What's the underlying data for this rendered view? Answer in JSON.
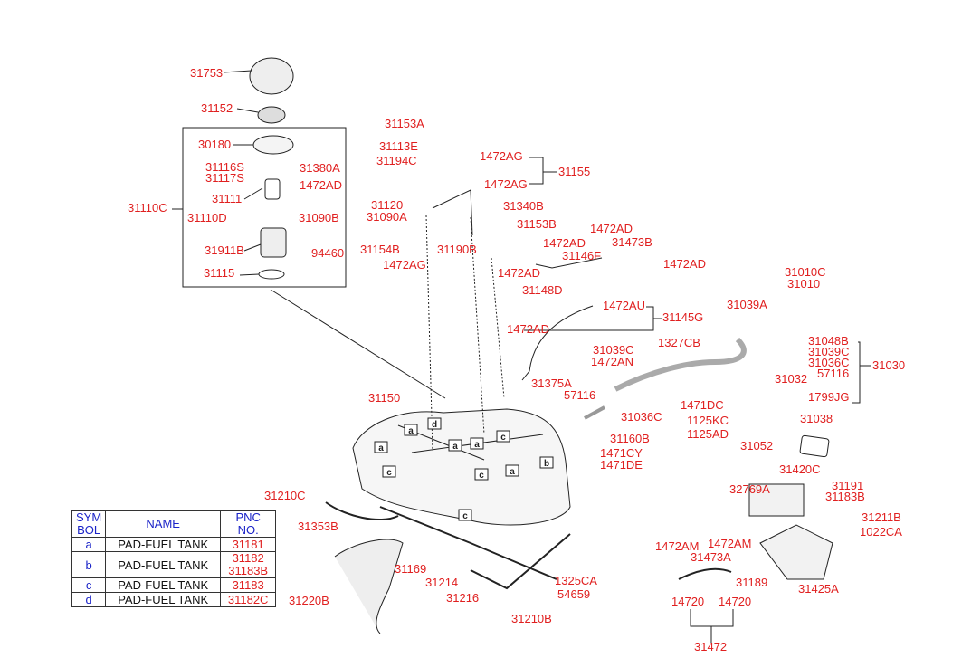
{
  "labels": {
    "31753": "31753",
    "31152": "31152",
    "30180": "30180",
    "31116S": "31116S",
    "31117S": "31117S",
    "31380A": "31380A",
    "1472AD_pump": "1472AD",
    "31111": "31111",
    "31110C": "31110C",
    "31110D": "31110D",
    "31090B": "31090B",
    "31911B": "31911B",
    "94460": "94460",
    "31115": "31115",
    "31153A": "31153A",
    "31113E": "31113E",
    "31194C": "31194C",
    "1472AG_a": "1472AG",
    "1472AG_b": "1472AG",
    "31155": "31155",
    "31120": "31120",
    "31090A": "31090A",
    "31340B": "31340B",
    "31154B": "31154B",
    "1472AG_c": "1472AG",
    "31153B": "31153B",
    "31190B": "31190B",
    "1472AD_a": "1472AD",
    "1472AD_b": "1472AD",
    "31473B": "31473B",
    "31146F": "31146F",
    "1472AD_c": "1472AD",
    "1472AD_d": "1472AD",
    "31148D": "31148D",
    "31010C": "31010C",
    "31010": "31010",
    "31039A": "31039A",
    "1472AU": "1472AU",
    "31145G": "31145G",
    "1472AD_e": "1472AD",
    "1327CB": "1327CB",
    "31048B": "31048B",
    "31039C_a": "31039C",
    "31039C_b": "31039C",
    "1472AN": "1472AN",
    "31036C_a": "31036C",
    "31030": "31030",
    "31032": "31032",
    "57116_a": "57116",
    "31375A": "31375A",
    "57116_b": "57116",
    "1471DC": "1471DC",
    "1799JG": "1799JG",
    "31036C_b": "31036C",
    "1125KC": "1125KC",
    "1125AD": "1125AD",
    "31038": "31038",
    "31150": "31150",
    "31160B": "31160B",
    "1471CY": "1471CY",
    "1471DE": "1471DE",
    "31052": "31052",
    "31420C": "31420C",
    "31191": "31191",
    "31183B": "31183B",
    "32769A": "32769A",
    "31211B": "31211B",
    "1022CA": "1022CA",
    "31210C": "31210C",
    "31353B": "31353B",
    "31169": "31169",
    "31214": "31214",
    "1325CA": "1325CA",
    "54659": "54659",
    "31216": "31216",
    "31220B": "31220B",
    "31210B": "31210B",
    "1472AM_a": "1472AM",
    "31473A": "31473A",
    "1472AM_b": "1472AM",
    "31189": "31189",
    "31425A": "31425A",
    "14720_a": "14720",
    "14720_b": "14720",
    "31472": "31472"
  },
  "tank_sections": [
    "a",
    "a",
    "a",
    "a",
    "a",
    "b",
    "c",
    "c",
    "c",
    "c",
    "d"
  ],
  "legend": {
    "headers": {
      "sym_1": "SYM",
      "sym_2": "BOL",
      "name": "NAME",
      "pnc_1": "PNC",
      "pnc_2": "NO."
    },
    "rows": [
      {
        "sym": "a",
        "name": "PAD-FUEL TANK",
        "pnc": [
          "31181"
        ]
      },
      {
        "sym": "b",
        "name": "PAD-FUEL TANK",
        "pnc": [
          "31182",
          "31183B"
        ]
      },
      {
        "sym": "c",
        "name": "PAD-FUEL TANK",
        "pnc": [
          "31183"
        ]
      },
      {
        "sym": "d",
        "name": "PAD-FUEL TANK",
        "pnc": [
          "31182C"
        ]
      }
    ]
  },
  "colors": {
    "label": "#e02020",
    "legend_header": "#1a23c8",
    "line": "#222222"
  }
}
